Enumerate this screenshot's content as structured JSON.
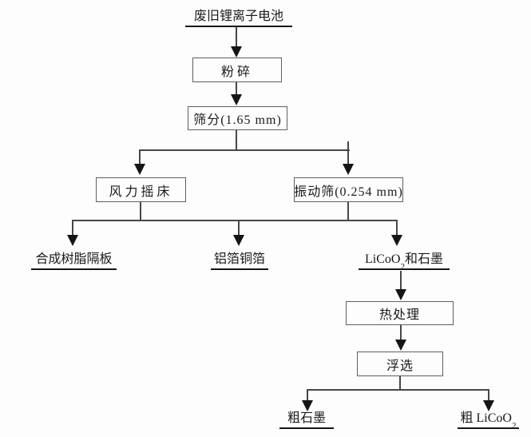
{
  "flowchart": {
    "source_label": "废旧锂离子电池",
    "steps": {
      "crush": "粉碎",
      "sieve": "筛分(1.65 mm)",
      "air_shaking_table": "风力摇床",
      "vibrating_screen": "振动筛(0.254 mm)",
      "heat_treatment": "热处理",
      "flotation": "浮选"
    },
    "outputs": {
      "resin_separator": "合成树脂隔板",
      "al_cu_foil": "铝箔铜箔",
      "licoo2_graphite": {
        "pre": "LiCoO",
        "sub": "2",
        "post": " 和石墨"
      },
      "coarse_graphite": "粗石墨",
      "coarse_licoo2": {
        "pre": "粗 LiCoO",
        "sub": "2"
      }
    },
    "colors": {
      "background": "#fdfdfd",
      "line": "#474747",
      "arrowhead": "#151515",
      "box_border": "#5f5f5f",
      "text": "#1a1a1a"
    }
  }
}
